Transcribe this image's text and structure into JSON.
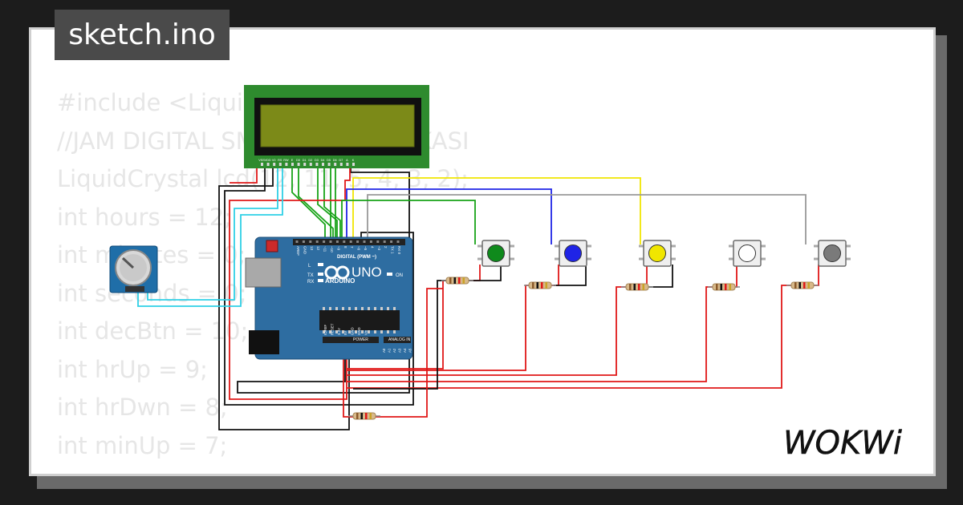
{
  "file": {
    "name": "sketch.ino"
  },
  "code_lines": [
    "#include <LiquidCrystal.h>",
    "//JAM DIGITAL SMKN 9 KOTA BEKASI",
    "",
    "LiquidCrystal lcd(12, 11, 5, 4, 3, 2);",
    "int hours = 12;",
    "int minutes = 0;",
    "int seconds = 0;",
    "int decBtn = 10;",
    "int hrUp = 9;",
    "int hrDwn = 8;",
    "int minUp = 7;"
  ],
  "board": {
    "brand": "ARDUINO",
    "model": "UNO",
    "header_label": "DIGITAL (PWM ~)",
    "power_label": "POWER",
    "analog_label": "ANALOG IN",
    "on_label": "ON",
    "led_labels": [
      "L",
      "TX",
      "RX"
    ],
    "top_pins": [
      "AREF",
      "GND",
      "13",
      "12",
      "~11",
      "~10",
      "~9",
      "8",
      "7",
      "~6",
      "~5",
      "4",
      "~3",
      "2",
      "TX 1",
      "RX 0"
    ],
    "power_pins": [
      "IOREF",
      "RESET",
      "3.3V",
      "5V",
      "GND",
      "GND",
      "Vin"
    ],
    "analog_pins": [
      "A0",
      "A1",
      "A2",
      "A3",
      "A4",
      "A5"
    ]
  },
  "lcd": {
    "pin_labels": [
      "VSS",
      "VDD",
      "V0",
      "RS",
      "RW",
      "E",
      "D0",
      "D1",
      "D2",
      "D3",
      "D4",
      "D5",
      "D6",
      "D7",
      "A",
      "K"
    ]
  },
  "buttons": [
    {
      "color": "#0f8a1c"
    },
    {
      "color": "#1f24e6"
    },
    {
      "color": "#f0e600"
    },
    {
      "color": "#ffffff"
    },
    {
      "color": "#7a7a7a"
    }
  ],
  "brand": {
    "logo_text": "WOKWi"
  }
}
